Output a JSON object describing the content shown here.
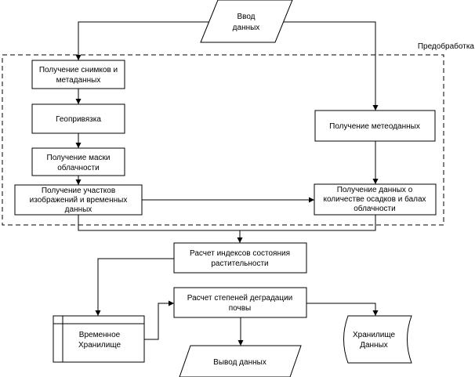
{
  "group": {
    "label": "Предобработка"
  },
  "nodes": {
    "input": {
      "shape": "parallelogram",
      "lines": [
        "Ввод",
        "данных"
      ]
    },
    "get_images": {
      "shape": "process",
      "lines": [
        "Получение снимков и",
        "метаданных"
      ]
    },
    "georef": {
      "shape": "process",
      "lines": [
        "Геопривязка"
      ]
    },
    "cloud_mask": {
      "shape": "process",
      "lines": [
        "Получение маски",
        "облачности"
      ]
    },
    "get_areas": {
      "shape": "process",
      "lines": [
        "Получение участков",
        "изображений и временных",
        "данных"
      ]
    },
    "get_meteo": {
      "shape": "process",
      "lines": [
        "Получение метеоданных"
      ]
    },
    "precip": {
      "shape": "process",
      "lines": [
        "Получение данных о",
        "количестве осадков и балах",
        "облачности"
      ]
    },
    "veg_index": {
      "shape": "process",
      "lines": [
        "Расчет индексов состояния",
        "растительности"
      ]
    },
    "degradation": {
      "shape": "process",
      "lines": [
        "Расчет степеней деградации",
        "почвы"
      ]
    },
    "temp_store": {
      "shape": "internal-storage",
      "lines": [
        "Временное",
        "Хранилище"
      ]
    },
    "output": {
      "shape": "parallelogram",
      "lines": [
        "Вывод данных"
      ]
    },
    "data_store": {
      "shape": "stored-data",
      "lines": [
        "Хранилище",
        "Данных"
      ]
    }
  },
  "edges": [
    {
      "from": "input",
      "to": "get_images"
    },
    {
      "from": "input",
      "to": "get_meteo"
    },
    {
      "from": "get_images",
      "to": "georef"
    },
    {
      "from": "georef",
      "to": "cloud_mask"
    },
    {
      "from": "cloud_mask",
      "to": "get_areas"
    },
    {
      "from": "get_areas",
      "to": "precip"
    },
    {
      "from": "get_meteo",
      "to": "precip"
    },
    {
      "from": "get_areas",
      "to": "veg_index"
    },
    {
      "from": "precip",
      "to": "veg_index"
    },
    {
      "from": "veg_index",
      "to": "temp_store"
    },
    {
      "from": "temp_store",
      "to": "degradation"
    },
    {
      "from": "degradation",
      "to": "output"
    },
    {
      "from": "degradation",
      "to": "data_store"
    }
  ]
}
